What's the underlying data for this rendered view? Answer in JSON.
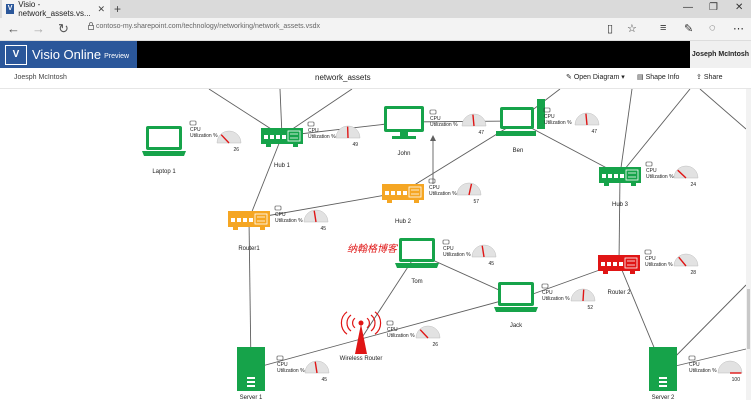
{
  "browser": {
    "tab_title": "Visio - network_assets.vs...",
    "tab_icon": "V",
    "url": "contoso-my.sharepoint.com/technology/networking/network_assets.vsdx"
  },
  "app": {
    "brand_logo": "V",
    "brand_name": "Visio Online",
    "brand_sub": "Preview",
    "user_name": "Joseph McIntosh"
  },
  "command_bar": {
    "author": "Joesph McIntosh",
    "document_name": "network_assets",
    "open_diagram": "Open Diagram",
    "shape_info": "Shape Info",
    "share": "Share"
  },
  "diagram": {
    "cpu_label": "CPU",
    "util_label": "Utilization %",
    "watermark": "纳翰格博客",
    "colors": {
      "green": "#16a34a",
      "orange": "#f5a623",
      "red": "#e01515",
      "line": "#5f5f5f"
    },
    "devices": [
      {
        "id": "laptop1",
        "name": "Laptop 1",
        "type": "laptop",
        "color": "green",
        "util": "26"
      },
      {
        "id": "hub1",
        "name": "Hub 1",
        "type": "hub",
        "color": "green",
        "util": "49"
      },
      {
        "id": "john",
        "name": "John",
        "type": "monitor",
        "color": "green",
        "util": "47"
      },
      {
        "id": "ben",
        "name": "Ben",
        "type": "desktop",
        "color": "green",
        "util": "47"
      },
      {
        "id": "hub3",
        "name": "Hub 3",
        "type": "hub",
        "color": "green",
        "util": "24"
      },
      {
        "id": "router1",
        "name": "Router1",
        "type": "router",
        "color": "orange",
        "util": "45"
      },
      {
        "id": "hub2",
        "name": "Hub 2",
        "type": "hub",
        "color": "orange",
        "util": "57"
      },
      {
        "id": "tom",
        "name": "Tom",
        "type": "laptop",
        "color": "green",
        "util": "45"
      },
      {
        "id": "router2",
        "name": "Router 2",
        "type": "router",
        "color": "red",
        "util": "28"
      },
      {
        "id": "jack",
        "name": "Jack",
        "type": "laptop",
        "color": "green",
        "util": "52"
      },
      {
        "id": "wireless",
        "name": "Wireless Router",
        "type": "wireless",
        "color": "red",
        "util": "26"
      },
      {
        "id": "server1",
        "name": "Server 1",
        "type": "server",
        "color": "green",
        "util": "45"
      },
      {
        "id": "server2",
        "name": "Server 2",
        "type": "server",
        "color": "green",
        "util": "100"
      }
    ]
  }
}
